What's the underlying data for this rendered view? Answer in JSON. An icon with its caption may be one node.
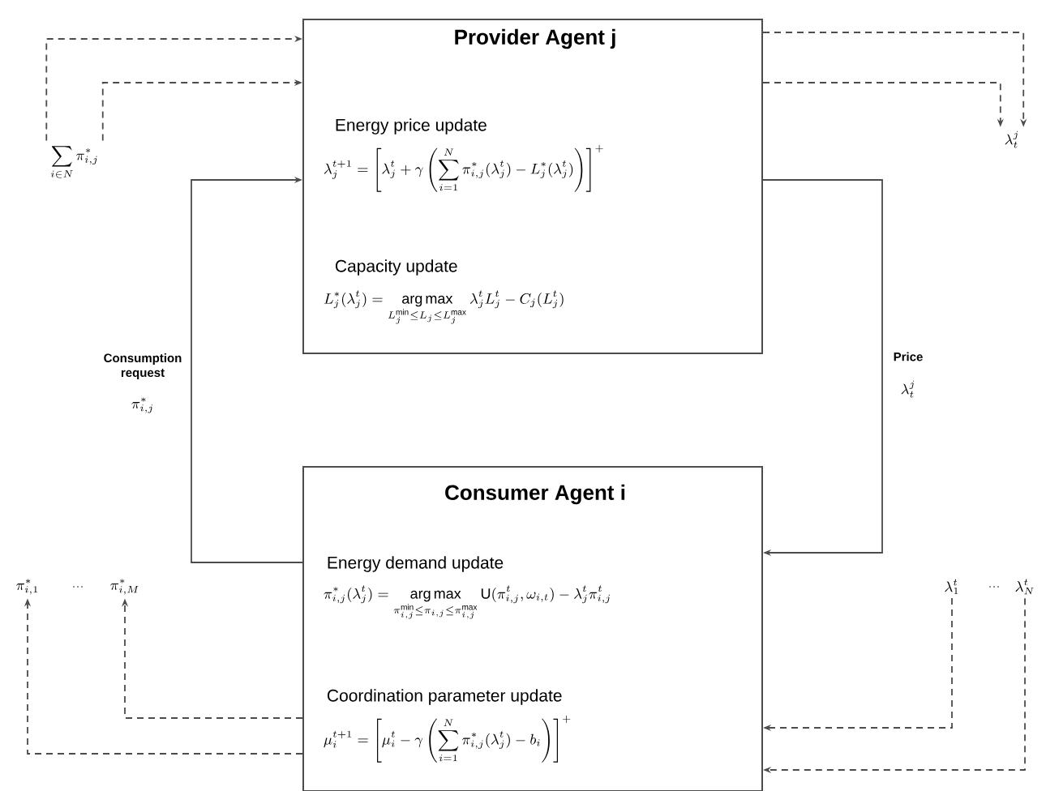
{
  "diagram": {
    "nodes": [
      {
        "text": [
          "Provider Agent j",
          "Energy price update",
          "\\lambda_j^{t+1} = \\left[ \\lambda_j^t + \\gamma \\left( \\sum_{i=1}^{N} \\pi^{*}_{i,j}(\\lambda_j^t) - L^{*}_j(\\lambda_j^t) \\right) \\right]^{+}",
          "Capacity update",
          "L^{*}_j(\\lambda_j^t) = \\mathop{\\mathrm{arg\\,max}}\\limits_{L_j^{\\min} \\le L_j \\le L_j^{\\max}} \\lambda_j^t L_j^t - C_j(L_j^t)"
        ]
      },
      {
        "text": [
          "Consumer Agent i",
          "Energy demand update",
          "\\pi^{*}_{i,j}(\\lambda_j^t) = \\mathop{\\mathrm{arg\\,max}}\\limits_{\\pi_{i,j}^{\\min} \\le \\pi_{i,j} \\le \\pi_{i,j}^{\\max}} \\mathrm{U}(\\pi_{i,j}^t, \\omega_{i,t}) - \\lambda_j^t \\pi_{i,j}^t",
          "Coordination parameter update",
          "\\mu_i^{t+1} = \\left[ \\mu_i^t - \\gamma \\left( \\sum_{i=1}^{N} \\pi^{*}_{i,j}(\\lambda_j^t) - b_i \\right) \\right]^{+}"
        ]
      },
      {
        "text": [
          "\\sum_{i\\in N} \\pi^{*}_{i,j}"
        ]
      },
      {
        "text": [
          "\\lambda_t^j"
        ]
      },
      {
        "text": [
          "\\pi^{*}_{i,1}"
        ]
      },
      {
        "text": [
          "\\pi^{*}_{i,M}"
        ]
      },
      {
        "text": [
          "\\lambda_1^t"
        ]
      },
      {
        "text": [
          "\\lambda_N^t"
        ]
      }
    ],
    "edges": [
      {
        "from": 1,
        "to": 0,
        "arrow": "to",
        "label": "Consumption request"
      },
      {
        "from": 0,
        "to": 1,
        "arrow": "to",
        "label": "Price"
      },
      {
        "from": 2,
        "to": 0,
        "arrow": "to",
        "style": "dashed"
      },
      {
        "from": 2,
        "to": 0,
        "arrow": "to",
        "style": "dashed"
      },
      {
        "from": 0,
        "to": 3,
        "arrow": "to",
        "style": "dashed"
      },
      {
        "from": 0,
        "to": 3,
        "arrow": "to",
        "style": "dashed"
      },
      {
        "from": 1,
        "to": 4,
        "arrow": "to",
        "style": "dashed"
      },
      {
        "from": 1,
        "to": 5,
        "arrow": "to",
        "style": "dashed"
      },
      {
        "from": 6,
        "to": 1,
        "arrow": "to",
        "style": "dashed"
      },
      {
        "from": 7,
        "to": 1,
        "arrow": "to",
        "style": "dashed"
      }
    ],
    "labels": [
      "\\pi^{*}_{i,j}",
      "\\lambda_t^j",
      "...",
      "..."
    ]
  }
}
